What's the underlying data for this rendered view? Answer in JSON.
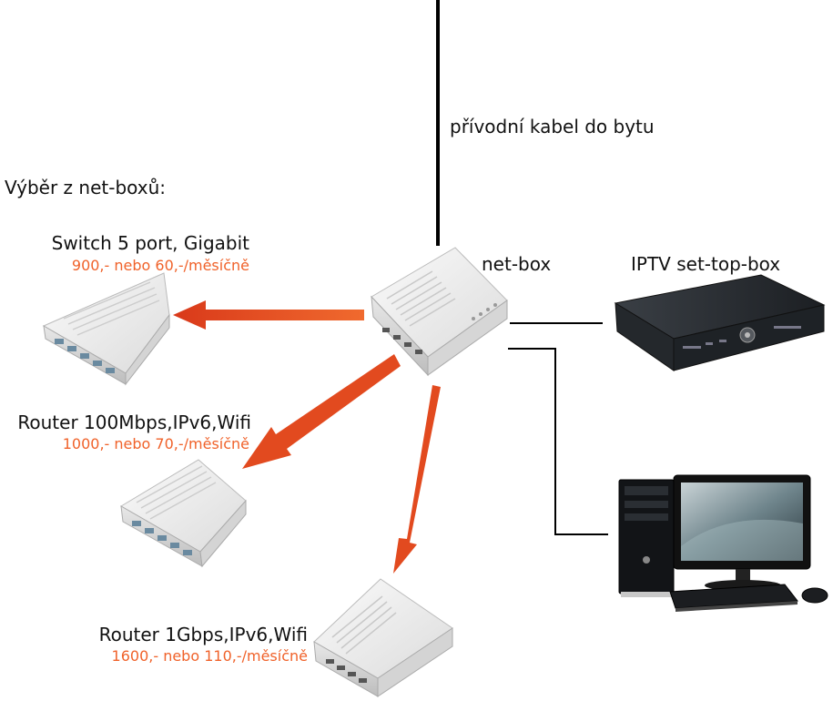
{
  "cable_label": "přívodní kabel do bytu",
  "selection_heading": "Výběr z net-boxů:",
  "netbox_label": "net-box",
  "stb_label": "IPTV set-top-box",
  "options": [
    {
      "name": "Switch 5 port, Gigabit",
      "price": "900,- nebo 60,-/měsíčně"
    },
    {
      "name": "Router 100Mbps,IPv6,Wifi",
      "price": "1000,- nebo 70,-/měsíčně"
    },
    {
      "name": "Router 1Gbps,IPv6,Wifi",
      "price": "1600,- nebo 110,-/měsíčně"
    }
  ],
  "colors": {
    "arrow": "#e8481c",
    "price": "#f0622a",
    "line": "#000000"
  },
  "icons": [
    "router-icon",
    "set-top-box-icon",
    "desktop-pc-icon",
    "monitor-icon"
  ]
}
